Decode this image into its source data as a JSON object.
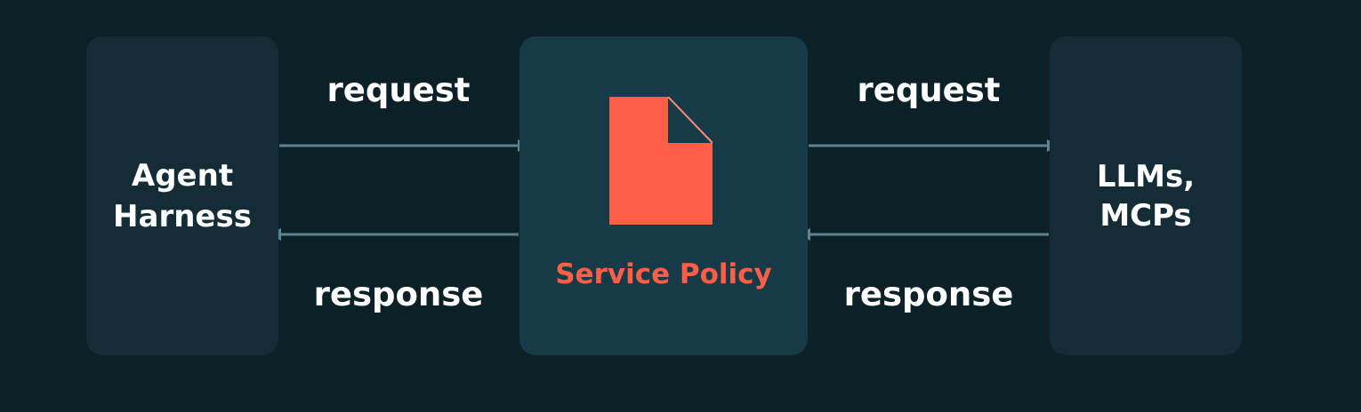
{
  "nodes": {
    "agent": {
      "label": "Agent\nHarness"
    },
    "policy": {
      "label": "Service Policy",
      "icon": "document-icon"
    },
    "llm": {
      "label": "LLMs,\nMCPs"
    }
  },
  "flows": {
    "left_request": "request",
    "left_response": "response",
    "right_request": "request",
    "right_response": "response"
  },
  "colors": {
    "background": "#0b2027",
    "box": "#142c36",
    "policy_box": "#163a48",
    "accent": "#ff5f46",
    "arrow": "#5d8390",
    "text": "#ffffff"
  }
}
